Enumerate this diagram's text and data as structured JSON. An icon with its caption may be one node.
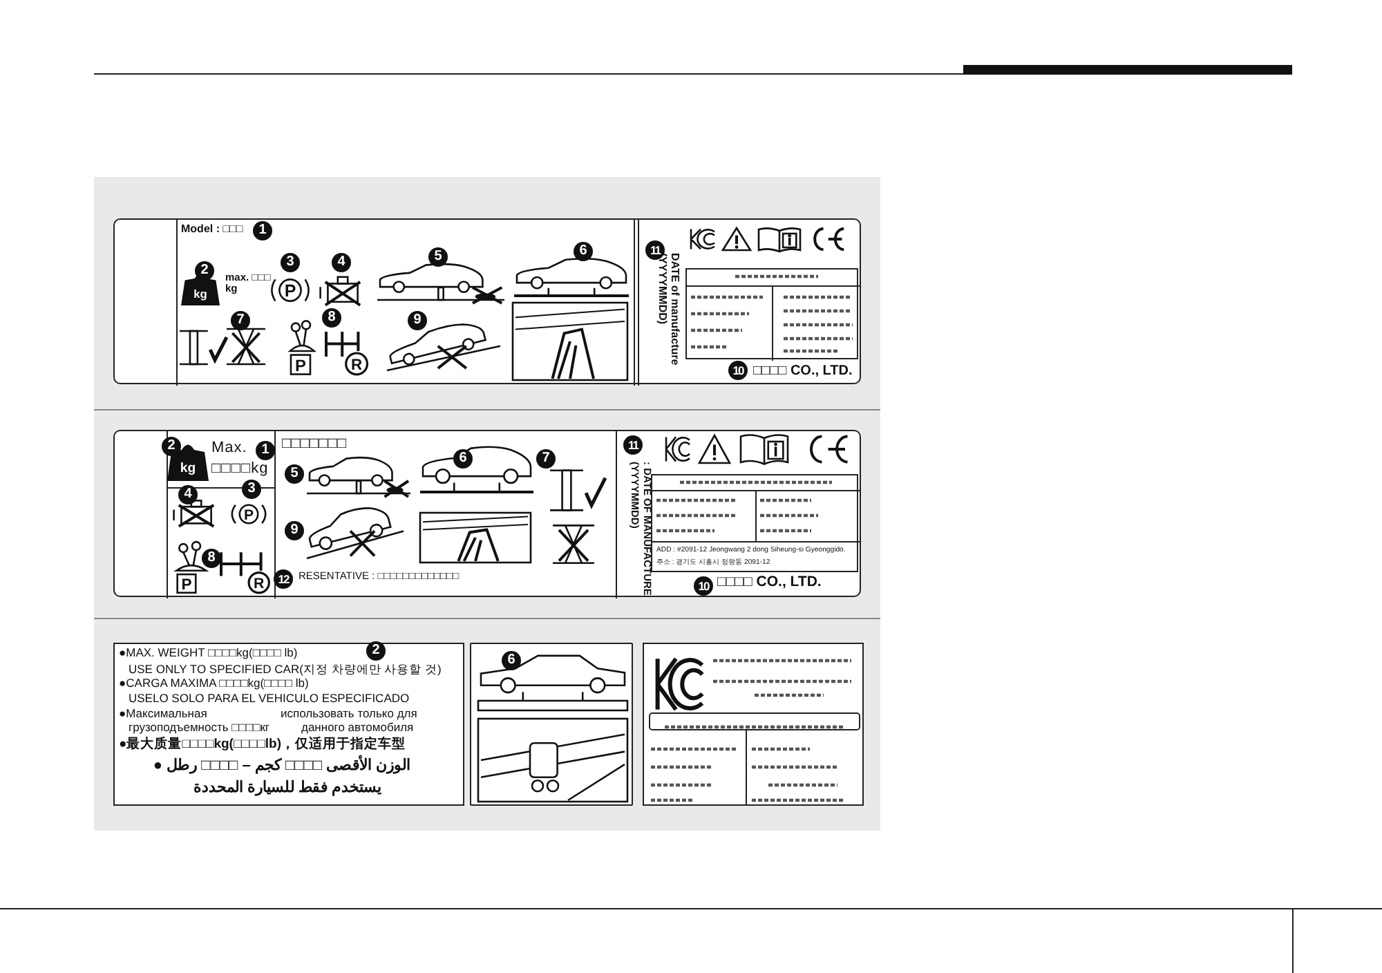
{
  "diagram": {
    "nodes": [
      {
        "text": [
          "Model : □□□",
          "max. □□□ kg",
          "DATE of manufacture (YYYYMMDD)",
          "□□□□ CO., LTD."
        ]
      },
      {
        "text": [],
        "shape": "box",
        "in": 0
      },
      {
        "text": [
          "Max. □□□□kg",
          "□□□□□□□",
          "RESENTATIVE : □□□□□□□□□□□□□",
          ": DATE OF MANUFACTURE (YYYYMMDD)",
          "□□□□ CO., LTD."
        ]
      },
      {
        "text": [
          "ADD : #2091-12 Jeongwang 2 dong Siheung-si Gyeonggido.",
          "주소 : 경기도 시흥시 정왕동 2091-12"
        ],
        "in": 2
      },
      {
        "text": [
          "●MAX. WEIGHT □□□□kg(□□□□ lb)",
          "USE ONLY TO SPECIFIED CAR(지정 차량에만 사용할 것)",
          "●CARGA MAXIMA □□□□kg(□□□□ lb)",
          "USELO SOLO PARA EL VEHICULO ESPECIFICADO",
          "●Максимальная",
          "использовать только для",
          "грузоподъемность □□□□кг",
          "данного автомобиля",
          "●最大质量□□□□kg(□□□□lb)，仅适用于指定车型",
          "الوزن الأقصى □□□□ كجم – □□□□ رطل ●",
          "يستخدم فقط للسيارة المحددة"
        ]
      },
      {
        "text": [],
        "shape": "picture"
      },
      {
        "text": [],
        "shape": "box"
      }
    ],
    "edges": [],
    "labels": [
      "1",
      "2",
      "kg",
      "3",
      "P",
      "4",
      "5",
      "6",
      "7",
      "8",
      "P",
      "R",
      "9",
      "11",
      "10",
      "2",
      "kg",
      "1",
      "5",
      "6",
      "7",
      "4",
      "3",
      "P",
      "9",
      "8",
      "P",
      "R",
      "12",
      "11",
      "10",
      "2",
      "6"
    ]
  }
}
